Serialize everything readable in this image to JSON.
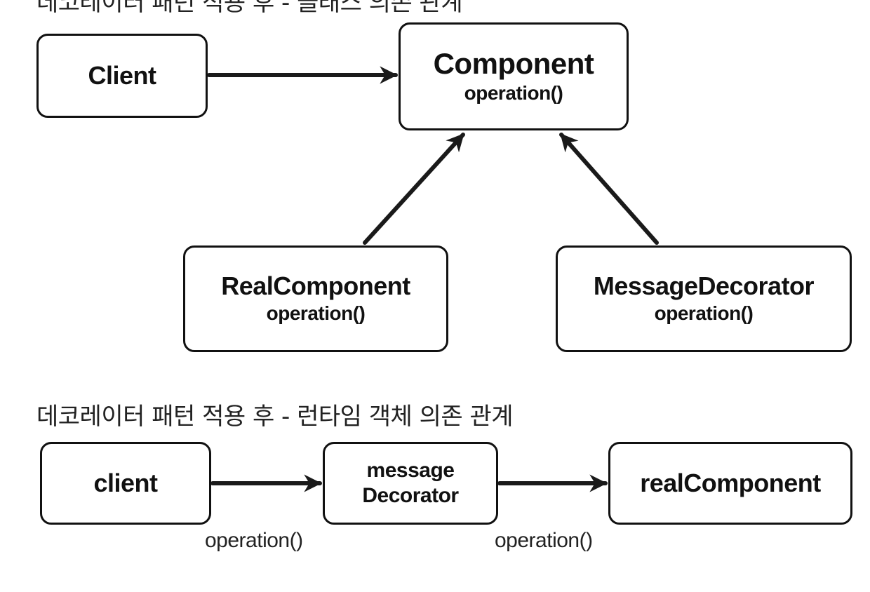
{
  "diagram": {
    "compile_time": {
      "title": "데코레이터 패턴 적용 후 - 클래스 의존 관계",
      "nodes": {
        "client": {
          "name": "Client"
        },
        "component": {
          "name": "Component",
          "method": "operation()"
        },
        "real_component": {
          "name": "RealComponent",
          "method": "operation()"
        },
        "message_decorator": {
          "name": "MessageDecorator",
          "method": "operation()"
        }
      },
      "edges": [
        {
          "from": "Client",
          "to": "Component"
        },
        {
          "from": "RealComponent",
          "to": "Component"
        },
        {
          "from": "MessageDecorator",
          "to": "Component"
        }
      ]
    },
    "runtime": {
      "title": "데코레이터 패턴 적용 후 - 런타임 객체 의존 관계",
      "nodes": {
        "client": {
          "name": "client"
        },
        "message_decorator": {
          "name_line1": "message",
          "name_line2": "Decorator"
        },
        "real_component": {
          "name": "realComponent"
        }
      },
      "edges": [
        {
          "from": "client",
          "to": "messageDecorator",
          "label": "operation()"
        },
        {
          "from": "messageDecorator",
          "to": "realComponent",
          "label": "operation()"
        }
      ]
    }
  }
}
